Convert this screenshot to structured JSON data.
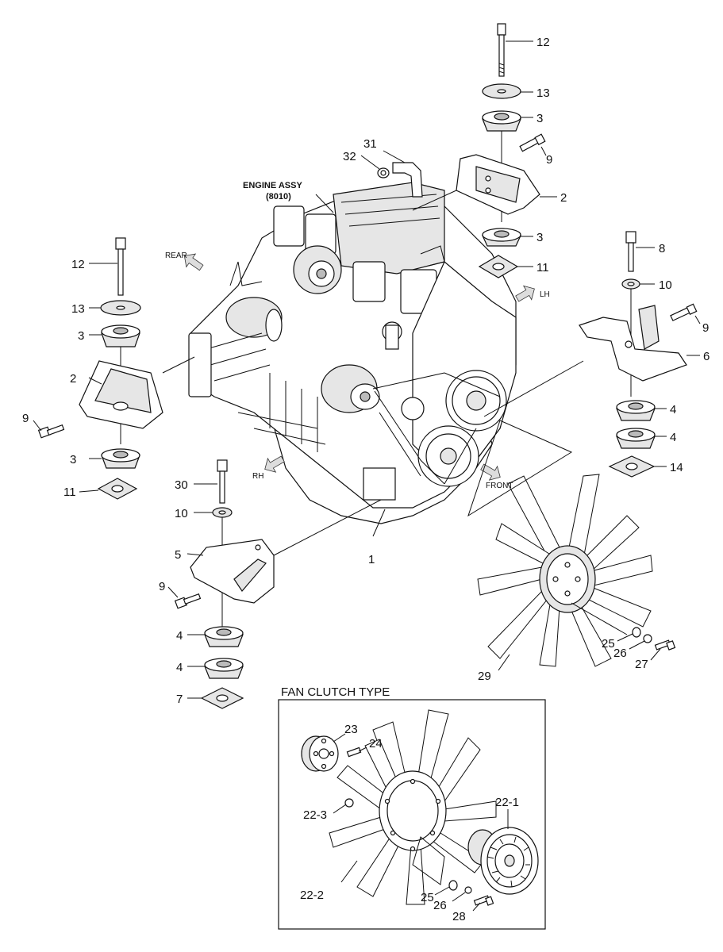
{
  "diagram": {
    "engine_label": {
      "line1": "ENGINE ASSY",
      "line2": "(8010)"
    },
    "directions": {
      "rear": "REAR",
      "lh": "LH",
      "rh": "RH",
      "front": "FRONT"
    },
    "inset_title": "FAN CLUTCH TYPE",
    "callouts": {
      "c1": "1",
      "c2_left": "2",
      "c2_right": "2",
      "c3_left_top": "3",
      "c3_left_bottom": "3",
      "c3_right_top": "3",
      "c3_right_bottom": "3",
      "c4_right_top": "4",
      "c4_right_bottom": "4",
      "c4_front_top": "4",
      "c4_front_bottom": "4",
      "c5": "5",
      "c6": "6",
      "c7": "7",
      "c8": "8",
      "c9_left": "9",
      "c9_right_top": "9",
      "c9_right_mid": "9",
      "c9_front": "9",
      "c10_right": "10",
      "c10_front": "10",
      "c11_left": "11",
      "c11_right": "11",
      "c12_left": "12",
      "c12_right": "12",
      "c13_left": "13",
      "c13_right": "13",
      "c14": "14",
      "c25": "25",
      "c26": "26",
      "c27": "27",
      "c29": "29",
      "c30": "30",
      "c31": "31",
      "c32": "32",
      "c22_1": "22-1",
      "c22_2": "22-2",
      "c22_3": "22-3",
      "c23": "23",
      "c24": "24",
      "c25_inset": "25",
      "c26_inset": "26",
      "c28": "28"
    }
  }
}
